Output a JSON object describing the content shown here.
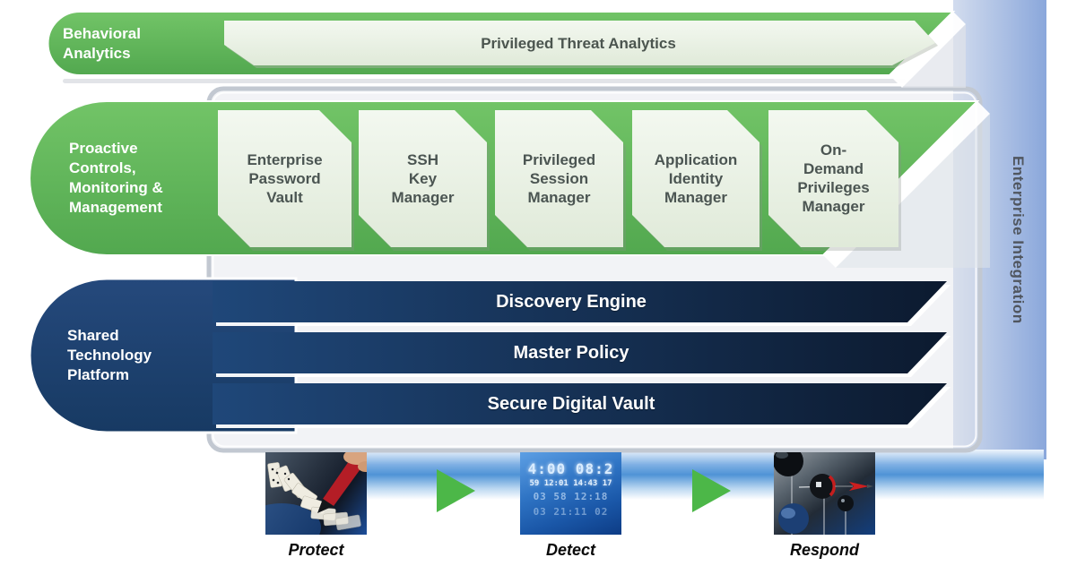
{
  "colors": {
    "band_green": "#5eb55a",
    "panel_light_green": "#e9f1e4",
    "platform_navy": "#1e4575",
    "layer_arrow_dark": "#0e1c31",
    "integration_band_blue": "#8ba8db",
    "workflow_strip_blue": "#5b9bd5",
    "step_arrow_green": "#4cb748"
  },
  "behavioral": {
    "label": "Behavioral\nAnalytics",
    "arrow_label": "Privileged Threat Analytics"
  },
  "proactive": {
    "label": "Proactive\nControls,\nMonitoring &\nManagement",
    "products": [
      {
        "label": "Enterprise\nPassword\nVault"
      },
      {
        "label": "SSH\nKey\nManager"
      },
      {
        "label": "Privileged\nSession\nManager"
      },
      {
        "label": "Application\nIdentity\nManager"
      },
      {
        "label": "On-\nDemand\nPrivileges\nManager"
      }
    ]
  },
  "platform": {
    "label": "Shared\nTechnology\nPlatform",
    "layers": [
      "Discovery Engine",
      "Master Policy",
      "Secure Digital Vault"
    ]
  },
  "integration": {
    "label": "Enterprise Integration"
  },
  "workflow": {
    "steps": [
      {
        "label": "Protect"
      },
      {
        "label": "Detect"
      },
      {
        "label": "Respond"
      }
    ],
    "detect_clock_lines": [
      "4:00 08:2",
      "59 12:01 14:43 17",
      "03 58 12:18",
      "03 21:11 02"
    ]
  }
}
